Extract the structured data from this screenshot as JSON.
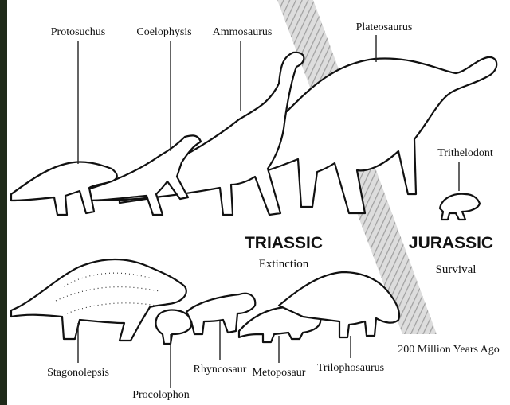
{
  "labels": {
    "protosuchus": "Protosuchus",
    "coelophysis": "Coelophysis",
    "ammosaurus": "Ammosaurus",
    "plateosaurus": "Plateosaurus",
    "trithelodont": "Trithelodont",
    "stagonolepsis": "Stagonolepsis",
    "procolophon": "Procolophon",
    "rhyncosaur": "Rhyncosaur",
    "metoposaur": "Metoposaur",
    "trilophosaurus": "Trilophosaurus"
  },
  "periods": {
    "triassic": {
      "name": "TRIASSIC",
      "caption": "Extinction"
    },
    "jurassic": {
      "name": "JURASSIC",
      "caption": "Survival"
    }
  },
  "boundary": {
    "label": "200 Million Years Ago"
  },
  "colors": {
    "ink": "#111111",
    "band": "#c9c9c9",
    "edge": "#1f2a1a"
  }
}
